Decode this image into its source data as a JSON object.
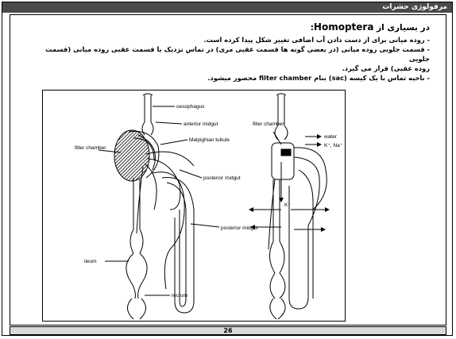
{
  "slide": {
    "title": "مرفولوژی حشرات",
    "page_number": "26"
  },
  "text": {
    "heading_prefix": "در بسیاری از",
    "heading_latin": "Homoptera",
    "heading_suffix": ":",
    "line1": "- روده میانی برای از دست دادن آب اضافی تغییر شکل پیدا کرده است.",
    "line2": "- قسمت جلویی روده میانی (در بعضی گونه ها قسمت عقبی مری) در تماس نزدیک با قسمت عقبی روده میانی (قسمت جلویی",
    "line3": "روده عقبی) قرار می گیرد.",
    "line4_a": "- ناحیه تماس با یک کیسه (",
    "line4_b": "sac",
    "line4_c": ") بنام",
    "line4_d": "filter chamber",
    "line4_e": "محصور میشود."
  },
  "figure": {
    "labels": {
      "oesophagus": "oesophagus",
      "anterior_midgut": "anterior midgut",
      "malpighian_tubule": "Malpighian tubule",
      "filter_chamber_left": "filter chamber",
      "posterior_midgut_1": "posterior midgut",
      "posterior_midgut_2": "posterior midgut",
      "ileum": "ileum",
      "rectum": "rectum",
      "filter_chamber_right": "filter chamber",
      "water": "water",
      "ions": "K⁺, Na⁺",
      "k_plus": "K⁺"
    }
  }
}
